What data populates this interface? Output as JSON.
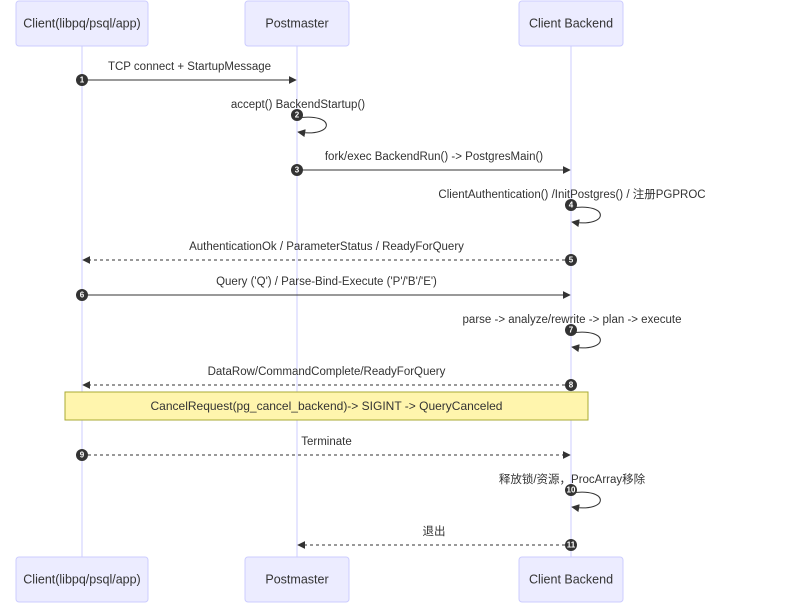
{
  "participants": [
    {
      "id": "client",
      "label": "Client(libpq/psql/app)"
    },
    {
      "id": "postmaster",
      "label": "Postmaster"
    },
    {
      "id": "backend",
      "label": "Client Backend"
    }
  ],
  "messages": [
    {
      "seq": "1",
      "from": "client",
      "to": "postmaster",
      "style": "solid",
      "text": "TCP connect + StartupMessage"
    },
    {
      "seq": "2",
      "from": "postmaster",
      "to": "postmaster",
      "style": "solid",
      "text": "accept() BackendStartup()"
    },
    {
      "seq": "3",
      "from": "postmaster",
      "to": "backend",
      "style": "solid",
      "text": "fork/exec BackendRun() -> PostgresMain()"
    },
    {
      "seq": "4",
      "from": "backend",
      "to": "backend",
      "style": "solid",
      "text": "ClientAuthentication() /InitPostgres() / 注册PGPROC"
    },
    {
      "seq": "5",
      "from": "backend",
      "to": "client",
      "style": "dotted",
      "text": "AuthenticationOk / ParameterStatus / ReadyForQuery"
    },
    {
      "seq": "6",
      "from": "client",
      "to": "backend",
      "style": "solid",
      "text": "Query ('Q') / Parse-Bind-Execute ('P'/'B'/'E')"
    },
    {
      "seq": "7",
      "from": "backend",
      "to": "backend",
      "style": "solid",
      "text": "parse -> analyze/rewrite -> plan -> execute"
    },
    {
      "seq": "8",
      "from": "backend",
      "to": "client",
      "style": "dotted",
      "text": "DataRow/CommandComplete/ReadyForQuery"
    },
    {
      "seq": "9",
      "from": "client",
      "to": "backend",
      "style": "dotted",
      "text": "Terminate"
    },
    {
      "seq": "10",
      "from": "backend",
      "to": "backend",
      "style": "solid",
      "text": "释放锁/资源，ProcArray移除"
    },
    {
      "seq": "11",
      "from": "backend",
      "to": "postmaster",
      "style": "dotted",
      "text": "退出"
    }
  ],
  "note": {
    "text": "CancelRequest(pg_cancel_backend)-> SIGINT -> QueryCanceled",
    "over": [
      "client",
      "backend"
    ]
  }
}
